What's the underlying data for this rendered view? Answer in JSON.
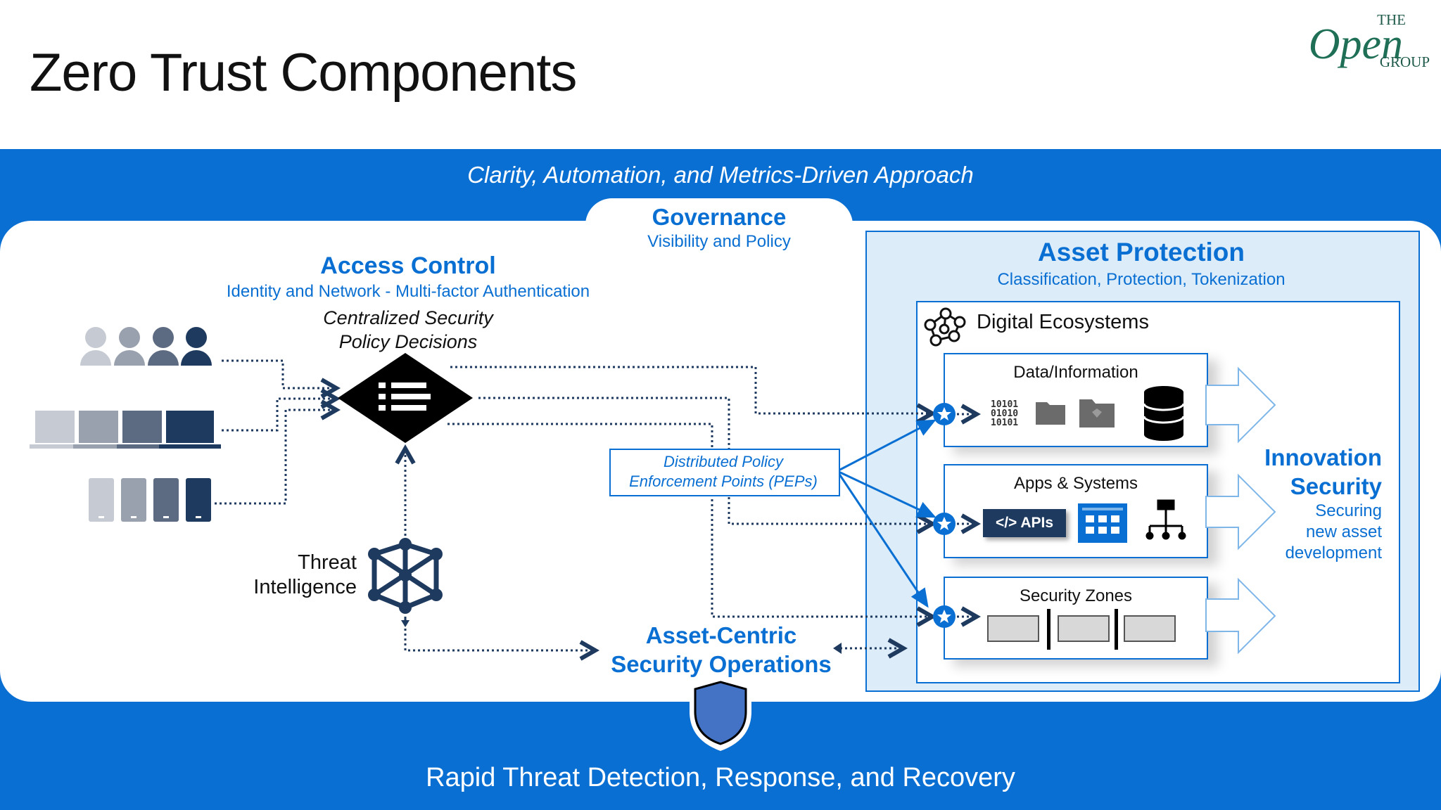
{
  "title": "Zero Trust Components",
  "logo": {
    "line1": "THE",
    "line2": "Open",
    "line3": "GROUP"
  },
  "top_banner": "Clarity, Automation, and Metrics-Driven Approach",
  "bottom_banner": "Rapid Threat Detection, Response, and Recovery",
  "governance": {
    "title": "Governance",
    "subtitle": "Visibility and Policy"
  },
  "access_control": {
    "title": "Access Control",
    "subtitle": "Identity and Network - Multi-factor Authentication",
    "decisions_line1": "Centralized Security",
    "decisions_line2": "Policy Decisions"
  },
  "threat_intel": {
    "line1": "Threat",
    "line2": "Intelligence"
  },
  "pep": {
    "line1": "Distributed Policy",
    "line2": "Enforcement Points (PEPs)"
  },
  "asset_centric": {
    "line1": "Asset-Centric",
    "line2": "Security Operations"
  },
  "asset_protection": {
    "title": "Asset Protection",
    "subtitle": "Classification, Protection, Tokenization",
    "ecosystems": "Digital Ecosystems",
    "data": "Data/Information",
    "data_bits": [
      "10101",
      "01010",
      "10101"
    ],
    "apps": "Apps & Systems",
    "apis": "</>  APIs",
    "zones": "Security Zones"
  },
  "innovation": {
    "line1": "Innovation",
    "line2": "Security",
    "sub1": "Securing",
    "sub2": "new asset",
    "sub3": "development"
  },
  "colors": {
    "brand_blue": "#0a6fd2",
    "navy": "#1f3a5f",
    "light_blue_bg": "#dcecf9",
    "logo_green": "#1f6f57"
  }
}
